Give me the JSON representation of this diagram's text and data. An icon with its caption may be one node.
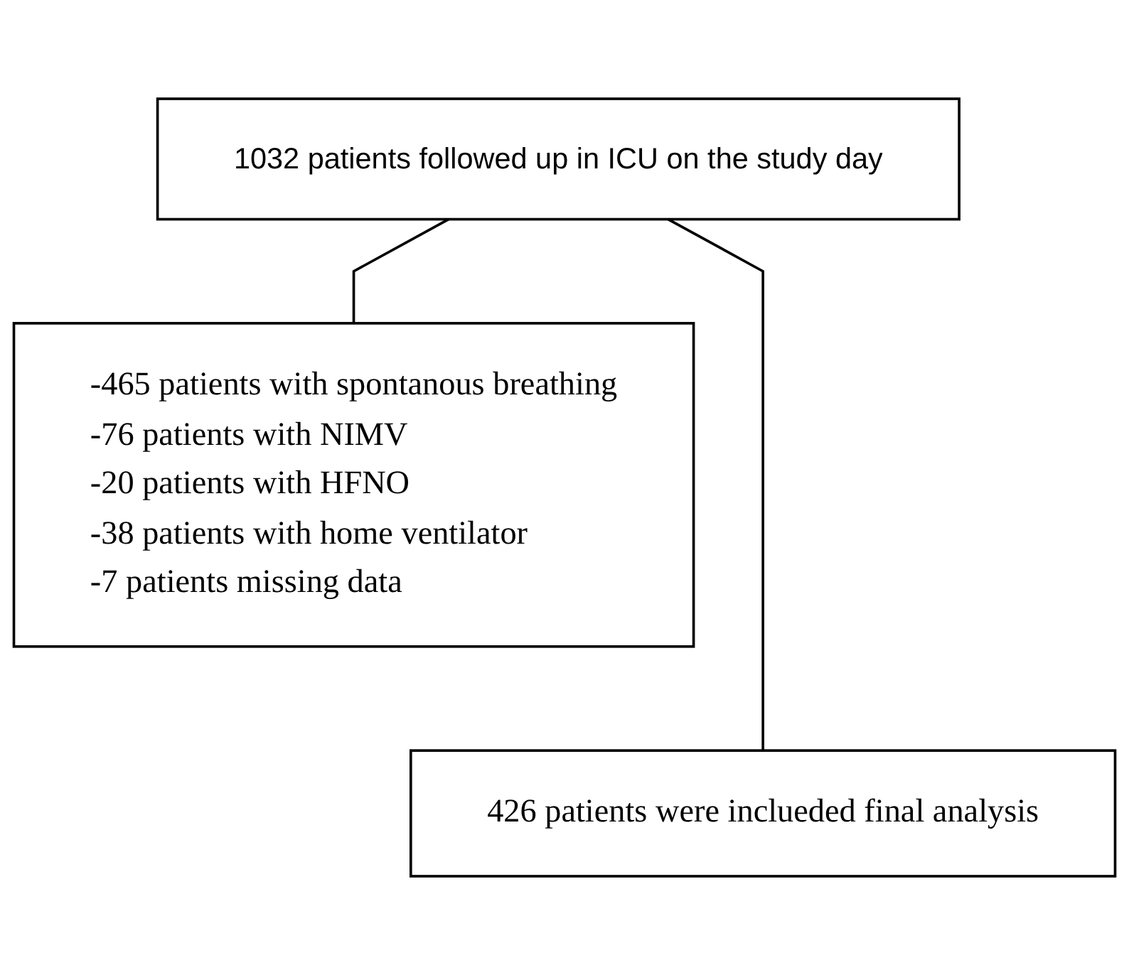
{
  "diagram": {
    "nodes": [
      {
        "text": [
          "1032 patients followed up in ICU on the study day"
        ]
      },
      {
        "text": [
          "-465 patients with spontanous breathing",
          "-76 patients with NIMV",
          "-20 patients with HFNO",
          "-38 patients with home ventilator",
          "-7 patients missing data"
        ]
      },
      {
        "text": [
          "426 patients were inclueded final analysis"
        ]
      }
    ],
    "edges": [
      {
        "from": 0,
        "to": 1,
        "arrow": "none"
      },
      {
        "from": 0,
        "to": 2,
        "arrow": "none"
      }
    ]
  }
}
